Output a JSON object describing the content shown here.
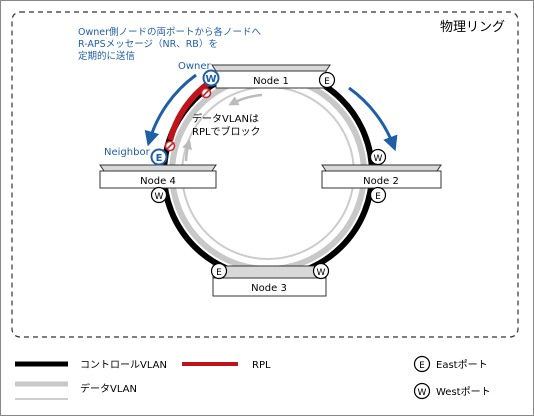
{
  "ring_label": "物理リング",
  "owner_note": [
    "Owner側ノードの両ポートから各ノードへ",
    "R-APSメッセージ（NR、RB）を",
    "定期的に送信"
  ],
  "block_note": [
    "データVLANは",
    "RPLでブロック"
  ],
  "role_owner": "Owner",
  "role_neighbor": "Neighbor",
  "nodes": [
    "Node 1",
    "Node 2",
    "Node 3",
    "Node 4"
  ],
  "port_east": "E",
  "port_west": "W",
  "legend": {
    "control_vlan": "コントロールVLAN",
    "rpl": "RPL",
    "data_vlan": "データVLAN",
    "east_port": "Eastポート",
    "west_port": "Westポート"
  },
  "colors": {
    "control": "#000000",
    "data": "#c8c8c8",
    "rpl": "#c0121a",
    "accent": "#1f5fa8",
    "block": "#d2232a"
  }
}
